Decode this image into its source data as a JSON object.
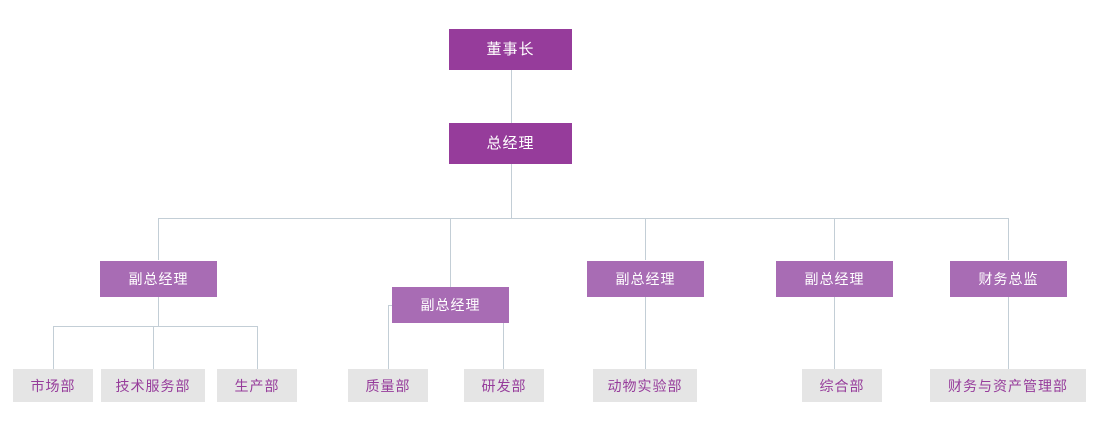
{
  "chart": {
    "title": "",
    "type": "org-chart",
    "colors": {
      "executive_fill": "#963c9b",
      "executive_text": "#ffffff",
      "manager_fill": "#a86cb4",
      "manager_text": "#ffffff",
      "department_fill": "#e5e5e5",
      "department_text": "#963c9b",
      "connector": "#c3ced6",
      "background": "#ffffff"
    },
    "levels": [
      {
        "level": 1,
        "style": "executive",
        "nodes": [
          {
            "id": "chairman",
            "label": "董事长"
          }
        ]
      },
      {
        "level": 2,
        "style": "executive",
        "nodes": [
          {
            "id": "general-manager",
            "label": "总经理"
          }
        ]
      },
      {
        "level": 3,
        "style": "manager",
        "nodes": [
          {
            "id": "deputy-gm-1",
            "label": "副总经理"
          },
          {
            "id": "deputy-gm-2",
            "label": "副总经理"
          },
          {
            "id": "deputy-gm-3",
            "label": "副总经理"
          },
          {
            "id": "deputy-gm-4",
            "label": "副总经理"
          },
          {
            "id": "cfo",
            "label": "财务总监"
          }
        ]
      },
      {
        "level": 4,
        "style": "department",
        "nodes": [
          {
            "id": "dept-marketing",
            "label": "市场部"
          },
          {
            "id": "dept-technical-service",
            "label": "技术服务部"
          },
          {
            "id": "dept-production",
            "label": "生产部"
          },
          {
            "id": "dept-quality",
            "label": "质量部"
          },
          {
            "id": "dept-rnd",
            "label": "研发部"
          },
          {
            "id": "dept-animal-lab",
            "label": "动物实验部"
          },
          {
            "id": "dept-general-affairs",
            "label": "综合部"
          },
          {
            "id": "dept-finance-asset",
            "label": "财务与资产管理部"
          }
        ]
      }
    ],
    "relationships": [
      {
        "parent": "chairman",
        "child": "general-manager"
      },
      {
        "parent": "general-manager",
        "child": "deputy-gm-1"
      },
      {
        "parent": "general-manager",
        "child": "deputy-gm-2"
      },
      {
        "parent": "general-manager",
        "child": "deputy-gm-3"
      },
      {
        "parent": "general-manager",
        "child": "deputy-gm-4"
      },
      {
        "parent": "general-manager",
        "child": "cfo"
      },
      {
        "parent": "deputy-gm-1",
        "child": "dept-marketing"
      },
      {
        "parent": "deputy-gm-1",
        "child": "dept-technical-service"
      },
      {
        "parent": "deputy-gm-1",
        "child": "dept-production"
      },
      {
        "parent": "deputy-gm-2",
        "child": "dept-quality"
      },
      {
        "parent": "deputy-gm-2",
        "child": "dept-rnd"
      },
      {
        "parent": "deputy-gm-3",
        "child": "dept-animal-lab"
      },
      {
        "parent": "deputy-gm-4",
        "child": "dept-general-affairs"
      },
      {
        "parent": "cfo",
        "child": "dept-finance-asset"
      }
    ]
  }
}
